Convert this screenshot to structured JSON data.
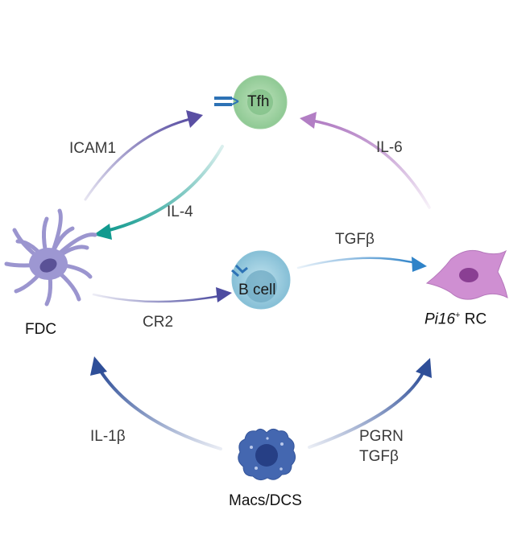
{
  "cells": {
    "tfh": "Tfh",
    "bcell": "B cell",
    "fdc": "FDC",
    "rc": {
      "italic": "Pi16",
      "sup": "+",
      "rest": " RC"
    },
    "macs": "Macs/DCS"
  },
  "signals": {
    "icam1": "ICAM1",
    "il4": "IL-4",
    "il6": "IL-6",
    "tgfb_top": "TGFβ",
    "cr2": "CR2",
    "il1b": "IL-1β",
    "pgrn": "PGRN",
    "tgfb_bottom": "TGFβ"
  },
  "colors": {
    "icam1_arrow": "#5a4fa3",
    "il4_arrow": "#129a8f",
    "il6_arrow": "#b27ec4",
    "tgfb_arrow": "#2f83c8",
    "cr2_arrow": "#4d4ca0",
    "bottom_arrows": "#2e4e98",
    "tfh_cell": "#a9d6a9",
    "bcell_cell": "#a2cfe0",
    "fdc_cell": "#8d87c4",
    "rc_cell": "#c483c8",
    "macs_cell": "#3a5fa8"
  }
}
